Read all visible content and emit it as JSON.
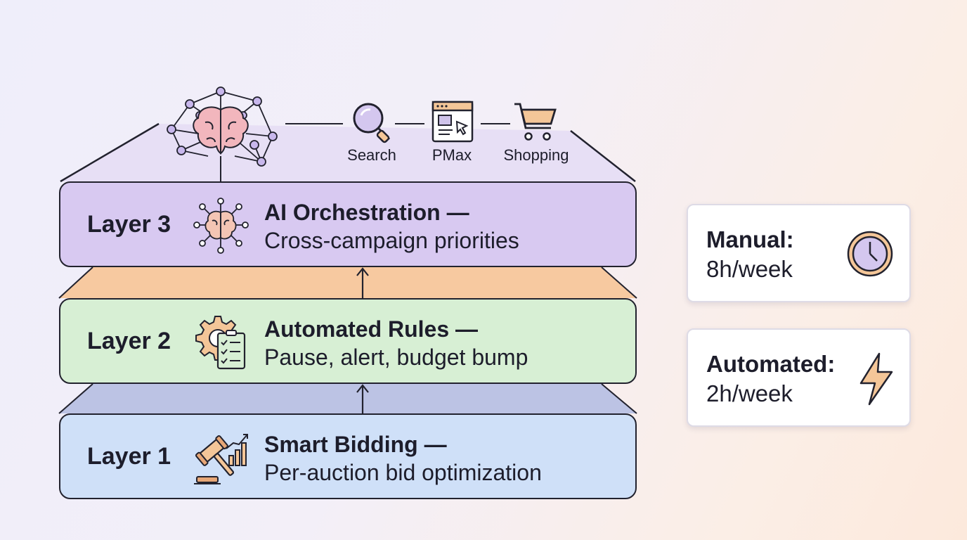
{
  "channels": [
    {
      "label": "Search",
      "icon": "magnifier-icon"
    },
    {
      "label": "PMax",
      "icon": "browser-window-icon"
    },
    {
      "label": "Shopping",
      "icon": "shopping-cart-icon"
    }
  ],
  "layers": [
    {
      "number": "Layer 3",
      "title": "AI Orchestration —",
      "description": "Cross-campaign priorities",
      "icon": "ai-brain-icon",
      "color": "#d8c9f1"
    },
    {
      "number": "Layer 2",
      "title": "Automated Rules —",
      "description": "Pause, alert, budget bump",
      "icon": "gear-checklist-icon",
      "color": "#d7efd4"
    },
    {
      "number": "Layer 1",
      "title": "Smart Bidding —",
      "description": "Per-auction bid optimization",
      "icon": "gavel-chart-icon",
      "color": "#cfe0f8"
    }
  ],
  "stats": [
    {
      "label": "Manual:",
      "value": "8h/week",
      "icon": "clock-icon"
    },
    {
      "label": "Automated:",
      "value": "2h/week",
      "icon": "lightning-icon"
    }
  ]
}
